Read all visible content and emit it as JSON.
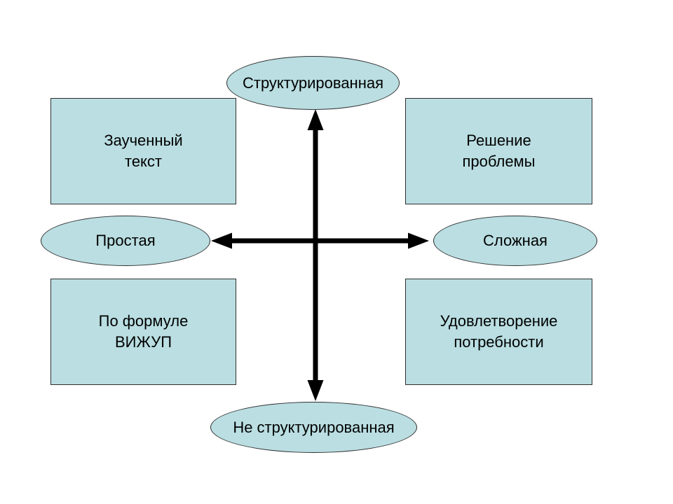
{
  "diagram": {
    "colors": {
      "page_bg": "#ffffff",
      "shape_fill": "#badee2",
      "shape_border": "#2f2f2f",
      "arrow_color": "#000000"
    },
    "axes": {
      "top": {
        "label": "Структурированная"
      },
      "bottom": {
        "label": "Не структурированная"
      },
      "left": {
        "label": "Простая"
      },
      "right": {
        "label": "Сложная"
      }
    },
    "quadrants": {
      "top_left": {
        "lines": [
          "Заученный",
          "текст"
        ]
      },
      "top_right": {
        "lines": [
          "Решение",
          "проблемы"
        ]
      },
      "bottom_left": {
        "lines": [
          "По формуле",
          "ВИЖУП"
        ]
      },
      "bottom_right": {
        "lines": [
          "Удовлетворение",
          "потребности"
        ]
      }
    }
  }
}
